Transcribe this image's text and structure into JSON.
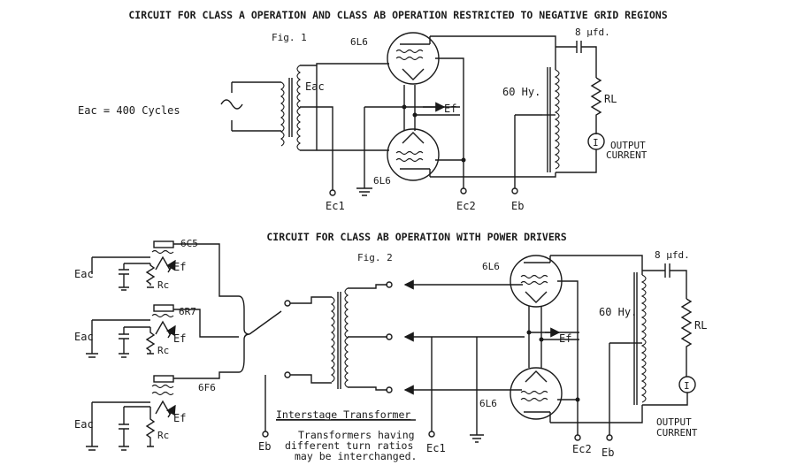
{
  "fig1": {
    "title": "CIRCUIT FOR CLASS A OPERATION AND CLASS AB OPERATION RESTRICTED TO NEGATIVE GRID REGIONS",
    "fig_label": "Fig. 1",
    "eac_freq": "Eac = 400 Cycles",
    "eac_label": "Eac",
    "tube_top": "6L6",
    "tube_bottom": "6L6",
    "ef": "Ef",
    "ec1": "Ec1",
    "ec2": "Ec2",
    "eb": "Eb",
    "choke": "60 Hy.",
    "cap": "8 μfd.",
    "rl": "RL",
    "meter": "I",
    "output1": "OUTPUT",
    "output2": "CURRENT"
  },
  "fig2": {
    "title": "CIRCUIT FOR CLASS AB OPERATION WITH POWER DRIVERS",
    "fig_label": "Fig. 2",
    "drv1": "6C5",
    "drv2": "6R7",
    "drv3": "6F6",
    "eac": "Eac",
    "ef": "Ef",
    "rc": "Rc",
    "tube_top": "6L6",
    "tube_bottom": "6L6",
    "ef_out": "Ef",
    "eb_left": "Eb",
    "ec1": "Ec1",
    "ec2": "Ec2",
    "eb": "Eb",
    "choke": "60 Hy.",
    "cap": "8 μfd.",
    "rl": "RL",
    "meter": "I",
    "output1": "OUTPUT",
    "output2": "CURRENT",
    "transformer_title": "Interstage Transformer",
    "note1": "Transformers having",
    "note2": "different turn ratios",
    "note3": "may be interchanged."
  }
}
